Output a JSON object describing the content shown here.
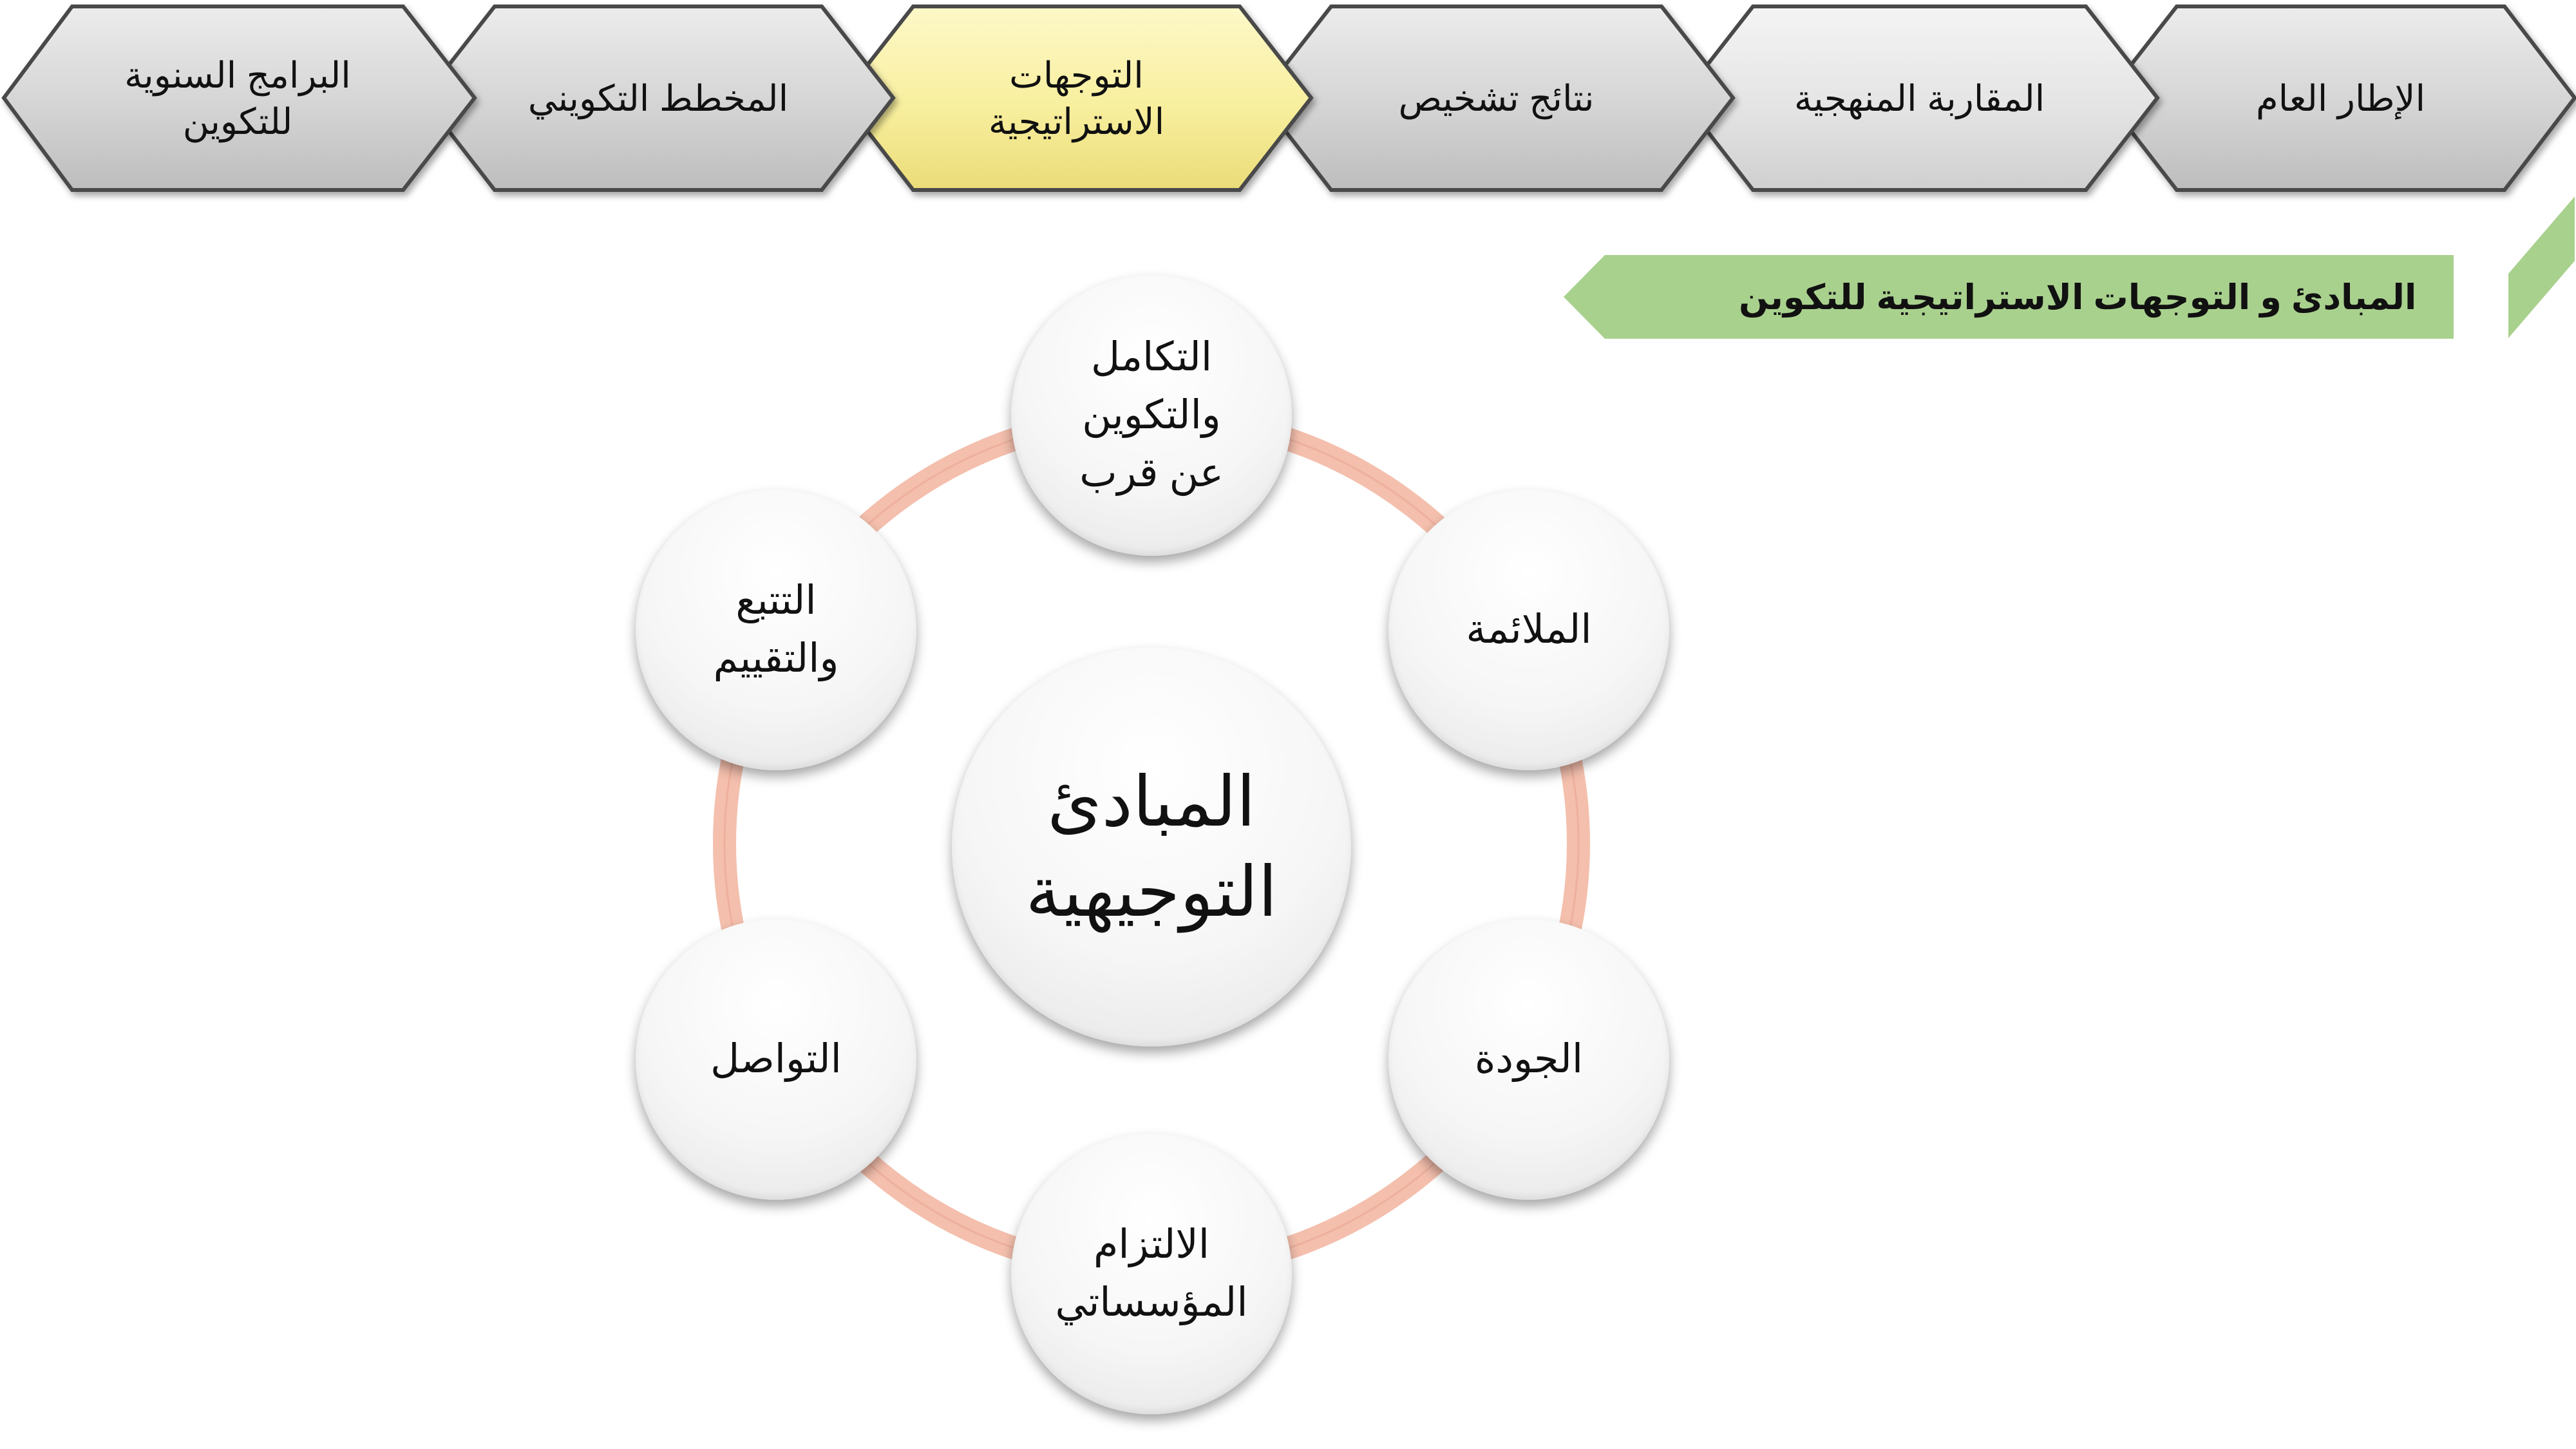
{
  "nav": {
    "steps": [
      {
        "label": "الإطار العام",
        "active": false
      },
      {
        "label": "المقاربة المنهجية",
        "active": false
      },
      {
        "label": "نتائج تشخيص",
        "active": false
      },
      {
        "label": "التوجهات\nالاستراتيجية",
        "active": true
      },
      {
        "label": "المخطط التكويني",
        "active": false
      },
      {
        "label": "البرامج السنوية\nللتكوين",
        "active": false
      }
    ],
    "colors": {
      "inactive": "#d6d6d6",
      "inactive_light": "#e8e8e8",
      "active": "#faf1a6",
      "border": "#4a4a4a"
    }
  },
  "banner": {
    "title": "المبادئ و التوجهات الاستراتيجية للتكوين",
    "color": "#a9d18e"
  },
  "diagram": {
    "center": "المبادئ\nالتوجيهية",
    "principles": [
      "التكامل\nوالتكوين\nعن قرب",
      "الملائمة",
      "الجودة",
      "الالتزام\nالمؤسساتي",
      "التواصل",
      "التتبع\nوالتقييم"
    ],
    "ring_color": "#f4bfad"
  }
}
